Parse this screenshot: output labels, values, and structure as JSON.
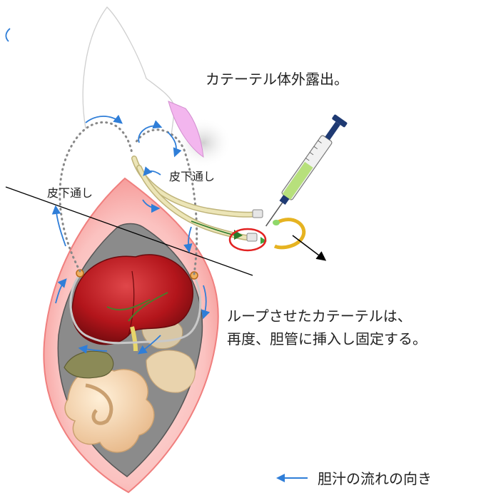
{
  "labels": {
    "catheter_exposed": "カテーテル体外露出。",
    "subcutaneous_left": "皮下通し",
    "subcutaneous_right": "皮下通し",
    "loop_line1": "ループさせたカテーテルは、",
    "loop_line2": "再度、胆管に挿入し固定する。",
    "legend": "胆汁の流れの向き"
  },
  "colors": {
    "flow_arrow": "#2f7ed8",
    "body_outline": "#f7a9a8",
    "cavity": "#8a8a8a",
    "liver": "#b3151b",
    "catheter": "#d8cf9a",
    "syringe_fluid": "#b7e07c",
    "syringe_plunger": "#1f3a73",
    "highlight_circle": "#e22222",
    "loop_tube": "#e6b321",
    "ear": "#f3b6ee"
  },
  "icons": [
    "syringe-icon",
    "liver-illustration",
    "intestine-illustration"
  ]
}
